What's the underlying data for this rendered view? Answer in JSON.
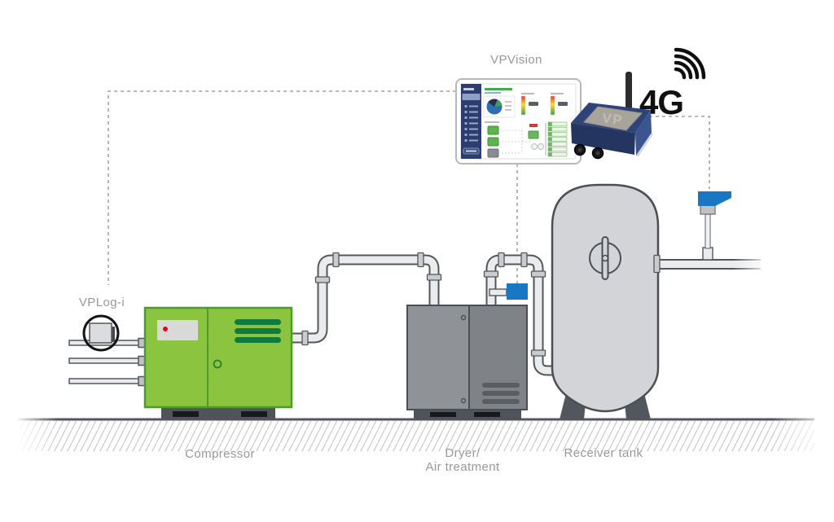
{
  "labels": {
    "vpvision": "VPVision",
    "vplog_i": "VPLog-i",
    "compressor": "Compressor",
    "dryer_line1": "Dryer/",
    "dryer_line2": "Air treatment",
    "receiver_tank": "Receiver tank",
    "four_g": "4G",
    "vp_logo": "VP"
  },
  "colors": {
    "compressor_green": "#8bc53f",
    "compressor_green_dark": "#4d9b2f",
    "vent_green": "#0f7b3e",
    "dryer_gray_left": "#8f9397",
    "dryer_gray_right": "#7f8388",
    "tank_gray": "#d2d4d8",
    "outline_dark": "#4a4f54",
    "pipe_fill": "#e9ebed",
    "pipe_outline": "#53575c",
    "sensor_blue": "#1878c4",
    "gateway_navy_top": "#2e4377",
    "gateway_navy_front": "#24355f",
    "gateway_label_patch": "#a8a49b",
    "alert_red": "#e30613",
    "dashed_gray": "#a3a3a3",
    "label_text": "#96989b",
    "sidebar_navy": "#2c3e6f",
    "pie_blue": "#2e6db4",
    "ui_green": "#3dae49"
  }
}
